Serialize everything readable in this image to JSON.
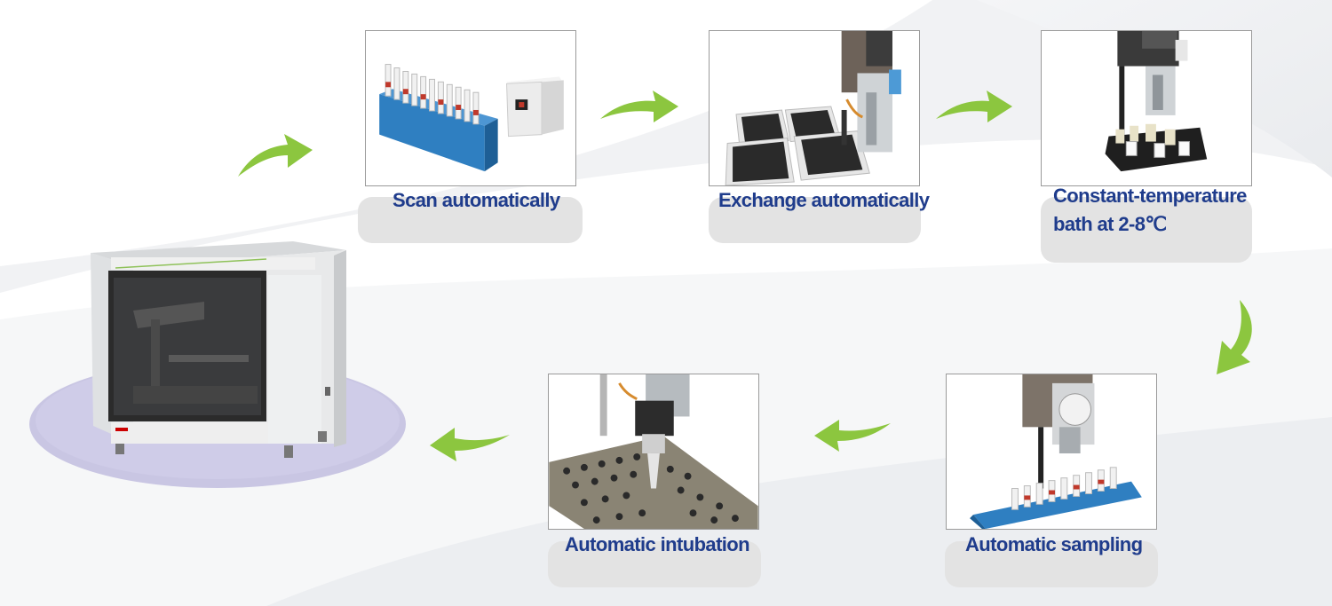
{
  "steps": [
    {
      "id": "scan",
      "label": "Scan automatically"
    },
    {
      "id": "exchange",
      "label": "Exchange automatically"
    },
    {
      "id": "bath",
      "label_line1": "Constant-temperature",
      "label_line2": "bath at 2-8℃"
    },
    {
      "id": "sampling",
      "label": "Automatic sampling"
    },
    {
      "id": "intubation",
      "label": "Automatic intubation"
    }
  ],
  "colors": {
    "label_text": "#1f3c8c",
    "arrow_green": "#8cc63f",
    "pill_grey": "#e3e3e3",
    "platform_lavender": "#c9c6e3",
    "rack_blue": "#2f7fc1"
  },
  "icons": [
    "flow-arrow-icon"
  ]
}
